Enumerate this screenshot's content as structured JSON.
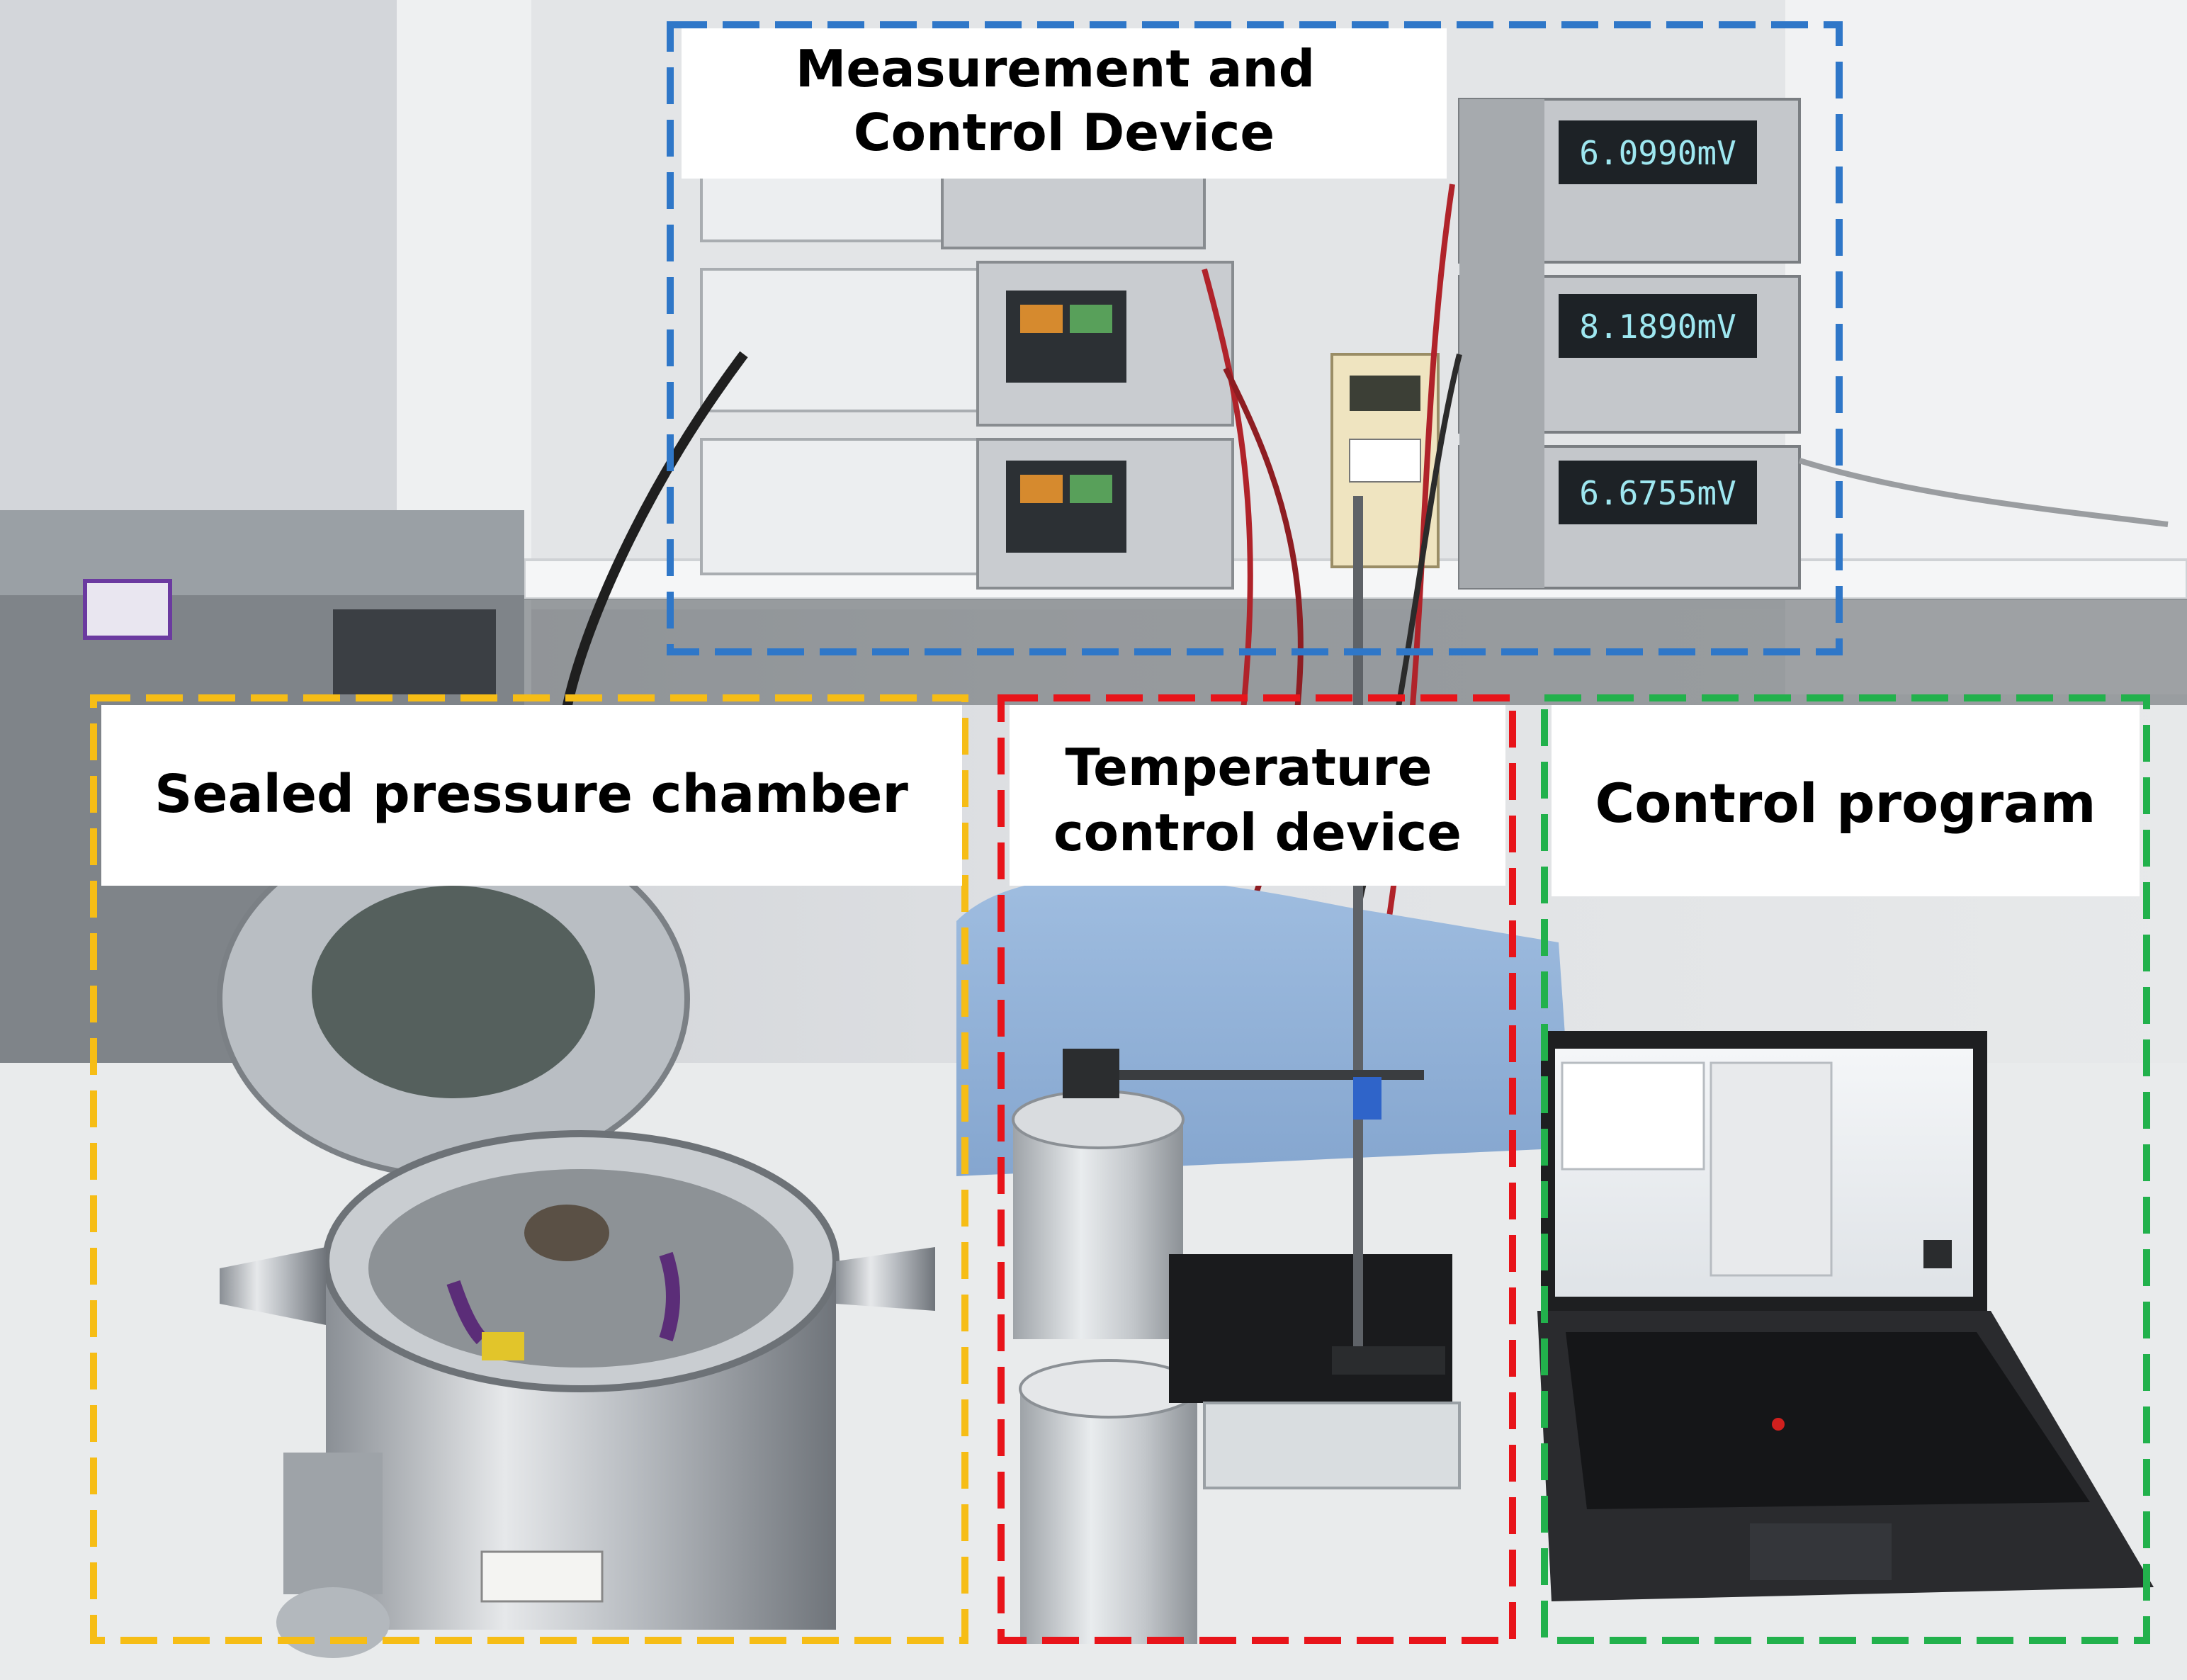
{
  "figure": {
    "colors": {
      "measurement": "#2f77c8",
      "chamber": "#f6bd16",
      "temperature": "#e8141a",
      "program": "#22b14c"
    },
    "labels": {
      "measurement": "Measurement and\nControl Device",
      "chamber": "Sealed pressure chamber",
      "temperature": "Temperature\ncontrol device",
      "program": "Control program"
    },
    "instrument_readouts": {
      "dmm_top": "6.0990mV",
      "dmm_middle": "8.1890mV",
      "dmm_bottom": "6.6755mV"
    }
  }
}
